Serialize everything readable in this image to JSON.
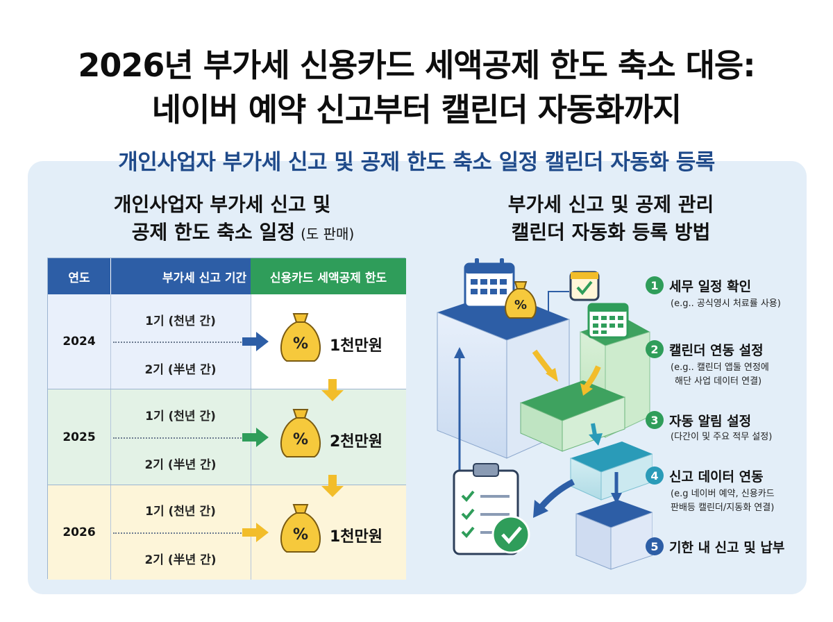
{
  "title": {
    "line1": "2026년 부가세 신용카드 세액공제 한도 축소 대응:",
    "line2": "네이버 예약 신고부터 캘린더 자동화까지"
  },
  "subtitle": "개인사업자 부가세 신고 및 공제 한도 축소 일정 캘린더 자동화 등록",
  "left": {
    "heading_line1": "개인사업자 부가세 신고 및",
    "heading_line2": "공제 한도 축소 일정",
    "heading_note": "(도 판매)",
    "table": {
      "headers": [
        "연도",
        "부가세 신고 기간",
        "신용카드 세액공제 한도"
      ],
      "rows": [
        {
          "year": "2024",
          "period1": "1기 (천년 간)",
          "period2": "2기 (半년 간)",
          "limit": "1천만원",
          "color": "#2d5ea6"
        },
        {
          "year": "2025",
          "period1": "1기 (천년 간)",
          "period2": "2기 (半년 간)",
          "limit": "2천만원",
          "color": "#2f9d5a"
        },
        {
          "year": "2026",
          "period1": "1기 (천년 간)",
          "period2": "2기 (半년 간)",
          "limit": "1천만원",
          "color": "#f2bd2a"
        }
      ]
    }
  },
  "right": {
    "heading_line1": "부가세 신고 및 공제 관리",
    "heading_line2": "캘린더 자동화 등록 방법",
    "steps": [
      {
        "num": "1",
        "label": "세무 일정 확인",
        "sub": [
          "(e.g.. 공식영시 처료률 사용)"
        ],
        "color": "#2f9d5a"
      },
      {
        "num": "2",
        "label": "캘린더 연동 설정",
        "sub": [
          "(e.g.. 캘린더 앱둘 연정에",
          "해단 사업 데이터 연결)"
        ],
        "color": "#2f9d5a"
      },
      {
        "num": "3",
        "label": "자동 알림 설정",
        "sub": [
          "(다간이 및 주요 적무 설정)"
        ],
        "color": "#2f9d5a"
      },
      {
        "num": "4",
        "label": "신고 데이터 연동",
        "sub": [
          "(e.g 네이버 예약, 신용카드",
          "판배등 캘린더/지동화 연결)"
        ],
        "color": "#2a9bb8"
      },
      {
        "num": "5",
        "label": "기한 내 신고 및 납부",
        "sub": [],
        "color": "#2d5ea6"
      }
    ]
  },
  "icons": {
    "money_bag": "money-bag-icon",
    "percent": "%",
    "calendar": "calendar-icon",
    "checklist": "checklist-icon",
    "check": "check-icon"
  },
  "colors": {
    "blue": "#2d5ea6",
    "green": "#2f9d5a",
    "yellow": "#f2bd2a",
    "teal": "#2a9bb8",
    "panel": "#e3eef8"
  }
}
